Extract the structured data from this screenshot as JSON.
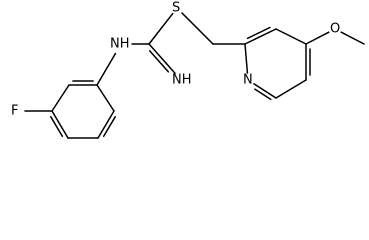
{
  "molecule": {
    "atoms": [
      {
        "id": "c_ring_1",
        "label": ""
      },
      {
        "id": "c_ring_2",
        "label": ""
      },
      {
        "id": "c_ring_3",
        "label": ""
      },
      {
        "id": "c_ring_4",
        "label": ""
      },
      {
        "id": "c_ring_5",
        "label": ""
      },
      {
        "id": "c_ring_6",
        "label": ""
      },
      {
        "id": "fluorine",
        "label": "F"
      },
      {
        "id": "amine_n",
        "label": "NH"
      },
      {
        "id": "amidine_c",
        "label": ""
      },
      {
        "id": "imine_n",
        "label": "NH"
      },
      {
        "id": "sulfur",
        "label": "S"
      },
      {
        "id": "methylene_c",
        "label": ""
      },
      {
        "id": "py_c2",
        "label": ""
      },
      {
        "id": "py_c3",
        "label": ""
      },
      {
        "id": "py_c4",
        "label": ""
      },
      {
        "id": "py_c5",
        "label": ""
      },
      {
        "id": "py_c6",
        "label": ""
      },
      {
        "id": "pyridine_n",
        "label": "N"
      },
      {
        "id": "methoxy_o",
        "label": "O"
      },
      {
        "id": "methyl_c",
        "label": ""
      }
    ],
    "bonds": [
      {
        "a": "c_ring_1",
        "b": "c_ring_2",
        "order": 2
      },
      {
        "a": "c_ring_2",
        "b": "c_ring_3",
        "order": 1
      },
      {
        "a": "c_ring_3",
        "b": "c_ring_4",
        "order": 2
      },
      {
        "a": "c_ring_4",
        "b": "c_ring_5",
        "order": 1
      },
      {
        "a": "c_ring_5",
        "b": "c_ring_6",
        "order": 2
      },
      {
        "a": "c_ring_6",
        "b": "c_ring_1",
        "order": 1
      },
      {
        "a": "c_ring_3",
        "b": "fluorine",
        "order": 1
      },
      {
        "a": "c_ring_1",
        "b": "amine_n",
        "order": 1
      },
      {
        "a": "amine_n",
        "b": "amidine_c",
        "order": 1
      },
      {
        "a": "amidine_c",
        "b": "imine_n",
        "order": 2
      },
      {
        "a": "amidine_c",
        "b": "sulfur",
        "order": 1
      },
      {
        "a": "sulfur",
        "b": "methylene_c",
        "order": 1
      },
      {
        "a": "methylene_c",
        "b": "py_c2",
        "order": 1
      },
      {
        "a": "py_c2",
        "b": "py_c3",
        "order": 2
      },
      {
        "a": "py_c3",
        "b": "py_c4",
        "order": 1
      },
      {
        "a": "py_c4",
        "b": "py_c5",
        "order": 2
      },
      {
        "a": "py_c5",
        "b": "py_c6",
        "order": 1
      },
      {
        "a": "py_c6",
        "b": "pyridine_n",
        "order": 2
      },
      {
        "a": "pyridine_n",
        "b": "py_c2",
        "order": 1
      },
      {
        "a": "py_c4",
        "b": "methoxy_o",
        "order": 1
      },
      {
        "a": "methoxy_o",
        "b": "methyl_c",
        "order": 1
      }
    ]
  }
}
